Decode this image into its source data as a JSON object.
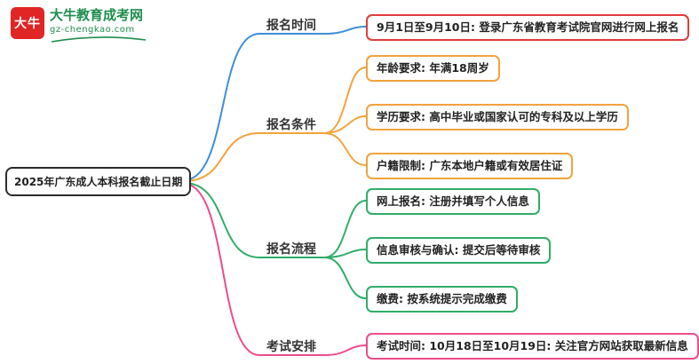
{
  "logo": {
    "badge": "大牛",
    "title": "大牛教育成考网",
    "subtitle": "gz-chengkao.com"
  },
  "central": {
    "label": "2025年广东成人本科报名截止日期"
  },
  "branches": [
    {
      "label": "报名时间",
      "color": "#3d8fd8",
      "leaves": [
        {
          "text": "9月1日至9月10日: 登录广东省教育考试院官网进行网上报名",
          "border": "#e23b3b"
        }
      ]
    },
    {
      "label": "报名条件",
      "color": "#f2a33c",
      "leaves": [
        {
          "text": "年龄要求: 年满18周岁",
          "border": "#f2a33c"
        },
        {
          "text": "学历要求: 高中毕业或国家认可的专科及以上学历",
          "border": "#f2a33c"
        },
        {
          "text": "户籍限制: 广东本地户籍或有效居住证",
          "border": "#f2a33c"
        }
      ]
    },
    {
      "label": "报名流程",
      "color": "#2fae68",
      "leaves": [
        {
          "text": "网上报名: 注册并填写个人信息",
          "border": "#2fae68"
        },
        {
          "text": "信息审核与确认: 提交后等待审核",
          "border": "#2fae68"
        },
        {
          "text": "缴费: 按系统提示完成缴费",
          "border": "#2fae68"
        }
      ]
    },
    {
      "label": "考试安排",
      "color": "#ed4c8c",
      "leaves": [
        {
          "text": "考试时间: 10月18日至10月19日: 关注官方网站获取最新信息",
          "border": "#ed4c8c"
        }
      ]
    }
  ],
  "colors": {
    "blue": "#3d8fd8",
    "orange": "#f2a33c",
    "green": "#2fae68",
    "pink": "#ed4c8c",
    "red": "#e23b3b",
    "logored": "#e12424",
    "logogreen": "#1e8e4e"
  }
}
